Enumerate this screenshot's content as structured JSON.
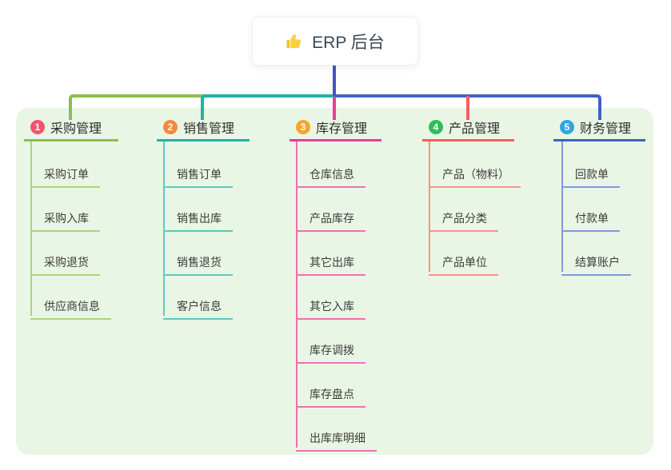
{
  "root": {
    "title": "ERP 后台",
    "icon": "thumbs-up-icon",
    "line_color": "#4353C9"
  },
  "canvas": {
    "panel_background": "#EAF6E5",
    "page_background": "#FFFFFF"
  },
  "branches": [
    {
      "number": "1",
      "label": "采购管理",
      "children": [
        "采购订单",
        "采购入库",
        "采购退货",
        "供应商信息"
      ],
      "colors": {
        "badge": "#F1556C",
        "line": "#8CBF4A",
        "child_line": "#A8D57E"
      }
    },
    {
      "number": "2",
      "label": "销售管理",
      "children": [
        "销售订单",
        "销售出库",
        "销售退货",
        "客户信息"
      ],
      "colors": {
        "badge": "#F6883D",
        "line": "#21B3A5",
        "child_line": "#5FC9BE"
      }
    },
    {
      "number": "3",
      "label": "库存管理",
      "children": [
        "仓库信息",
        "产品库存",
        "其它出库",
        "其它入库",
        "库存调拨",
        "库存盘点",
        "出库库明细"
      ],
      "colors": {
        "badge": "#F7A62B",
        "line": "#E83D96",
        "child_line": "#F06FB2"
      }
    },
    {
      "number": "4",
      "label": "产品管理",
      "children": [
        "产品（物料）",
        "产品分类",
        "产品单位"
      ],
      "colors": {
        "badge": "#2EBD59",
        "line": "#F75D5B",
        "child_line": "#F8918D"
      }
    },
    {
      "number": "5",
      "label": "财务管理",
      "children": [
        "回款单",
        "付款单",
        "结算账户"
      ],
      "colors": {
        "badge": "#2FA7DE",
        "line": "#3F61C5",
        "child_line": "#8099DA"
      }
    }
  ]
}
